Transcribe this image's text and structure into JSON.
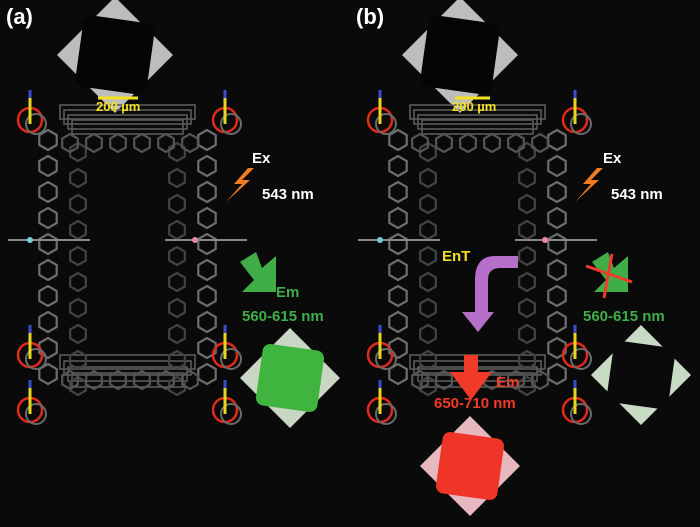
{
  "panels": [
    {
      "label": "(a)",
      "scale_bar": "200 µm",
      "excitation": {
        "label": "Ex",
        "wavelength": "543 nm"
      },
      "emission": {
        "label": "Em",
        "wavelength": "560-615 nm"
      }
    },
    {
      "label": "(b)",
      "scale_bar": "200 µm",
      "excitation": {
        "label": "Ex",
        "wavelength": "543 nm"
      },
      "energy_transfer": "EnT",
      "quenched_emission": {
        "wavelength": "560-615 nm"
      },
      "emission": {
        "label": "Em",
        "wavelength": "650-710 nm"
      }
    }
  ],
  "colors": {
    "excitation": "#f07c22",
    "green_emission": "#3fae49",
    "red_emission": "#f03a2a",
    "energy_transfer": "#b56fc8",
    "scale_bar": "#f5e020"
  }
}
